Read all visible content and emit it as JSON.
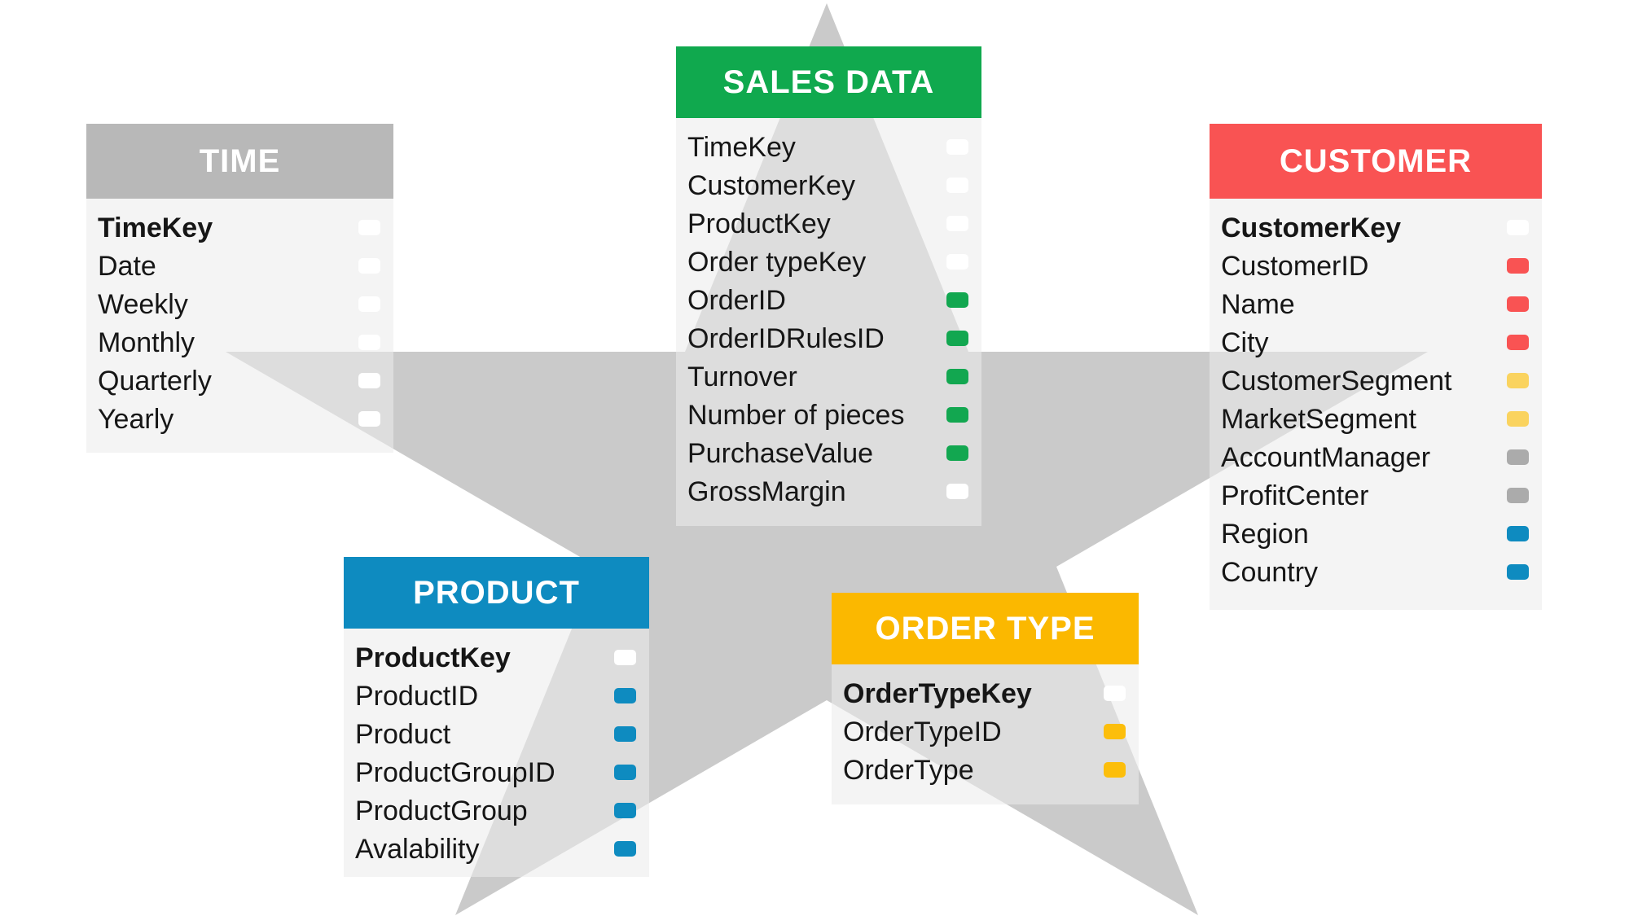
{
  "star_color": "#cacaca",
  "tables": {
    "time": {
      "title": "TIME",
      "header_color": "#b8b8b8",
      "fields": [
        {
          "name": "TimeKey",
          "bold": true,
          "marker": "#ffffff"
        },
        {
          "name": "Date",
          "bold": false,
          "marker": "#ffffff"
        },
        {
          "name": "Weekly",
          "bold": false,
          "marker": "#ffffff"
        },
        {
          "name": "Monthly",
          "bold": false,
          "marker": "#ffffff"
        },
        {
          "name": "Quarterly",
          "bold": false,
          "marker": "#ffffff"
        },
        {
          "name": "Yearly",
          "bold": false,
          "marker": "#ffffff"
        }
      ]
    },
    "sales": {
      "title": "SALES DATA",
      "header_color": "#10a94e",
      "fields": [
        {
          "name": "TimeKey",
          "bold": false,
          "marker": "#ffffff"
        },
        {
          "name": "CustomerKey",
          "bold": false,
          "marker": "#ffffff"
        },
        {
          "name": "ProductKey",
          "bold": false,
          "marker": "#ffffff"
        },
        {
          "name": "Order typeKey",
          "bold": false,
          "marker": "#ffffff"
        },
        {
          "name": "OrderID",
          "bold": false,
          "marker": "#12a750"
        },
        {
          "name": "OrderIDRulesID",
          "bold": false,
          "marker": "#12a750"
        },
        {
          "name": "Turnover",
          "bold": false,
          "marker": "#12a750"
        },
        {
          "name": "Number of pieces",
          "bold": false,
          "marker": "#12a750"
        },
        {
          "name": "PurchaseValue",
          "bold": false,
          "marker": "#12a750"
        },
        {
          "name": "GrossMargin",
          "bold": false,
          "marker": "#ffffff"
        }
      ]
    },
    "customer": {
      "title": "CUSTOMER",
      "header_color": "#f95353",
      "fields": [
        {
          "name": "CustomerKey",
          "bold": true,
          "marker": "#ffffff"
        },
        {
          "name": "CustomerID",
          "bold": false,
          "marker": "#f95353"
        },
        {
          "name": "Name",
          "bold": false,
          "marker": "#f95353"
        },
        {
          "name": "City",
          "bold": false,
          "marker": "#f95353"
        },
        {
          "name": "CustomerSegment",
          "bold": false,
          "marker": "#fad35f"
        },
        {
          "name": "MarketSegment",
          "bold": false,
          "marker": "#fad35f"
        },
        {
          "name": "AccountManager",
          "bold": false,
          "marker": "#ababab"
        },
        {
          "name": "ProfitCenter",
          "bold": false,
          "marker": "#ababab"
        },
        {
          "name": "Region",
          "bold": false,
          "marker": "#0e8bc0"
        },
        {
          "name": "Country",
          "bold": false,
          "marker": "#0e8bc0"
        }
      ]
    },
    "product": {
      "title": "PRODUCT",
      "header_color": "#0e8bc0",
      "fields": [
        {
          "name": "ProductKey",
          "bold": true,
          "marker": "#ffffff"
        },
        {
          "name": "ProductID",
          "bold": false,
          "marker": "#0e8bc0"
        },
        {
          "name": "Product",
          "bold": false,
          "marker": "#0e8bc0"
        },
        {
          "name": "ProductGroupID",
          "bold": false,
          "marker": "#0e8bc0"
        },
        {
          "name": "ProductGroup",
          "bold": false,
          "marker": "#0e8bc0"
        },
        {
          "name": "Avalability",
          "bold": false,
          "marker": "#0e8bc0"
        }
      ]
    },
    "ordertype": {
      "title": "ORDER TYPE",
      "header_color": "#fbb800",
      "fields": [
        {
          "name": "OrderTypeKey",
          "bold": true,
          "marker": "#ffffff"
        },
        {
          "name": "OrderTypeID",
          "bold": false,
          "marker": "#fcbe0b"
        },
        {
          "name": "OrderType",
          "bold": false,
          "marker": "#fcbe0b"
        }
      ]
    }
  }
}
